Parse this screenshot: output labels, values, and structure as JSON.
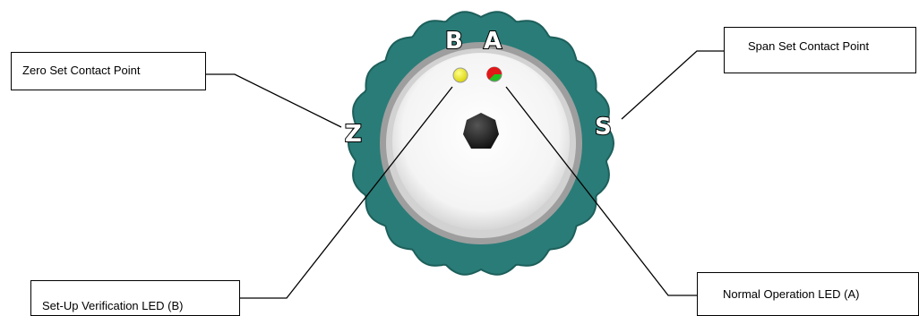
{
  "diagram": {
    "letters": {
      "b": "B",
      "a": "A",
      "z": "Z",
      "s": "S"
    },
    "callouts": {
      "zero_set": "Zero Set Contact Point",
      "span_set": "Span Set Contact Point",
      "setup_led": "Set-Up Verification LED (B)",
      "normal_led": "Normal Operation LED (A)"
    },
    "colors": {
      "ring": "#2a7c78",
      "ring_dark": "#1d5f5b",
      "face": "#ffffff",
      "bezel": "#b8b8b8",
      "led_b": "#f2ee00",
      "led_a_red": "#e01818",
      "led_a_green": "#20c020",
      "knob": "#2a2a2a"
    }
  }
}
